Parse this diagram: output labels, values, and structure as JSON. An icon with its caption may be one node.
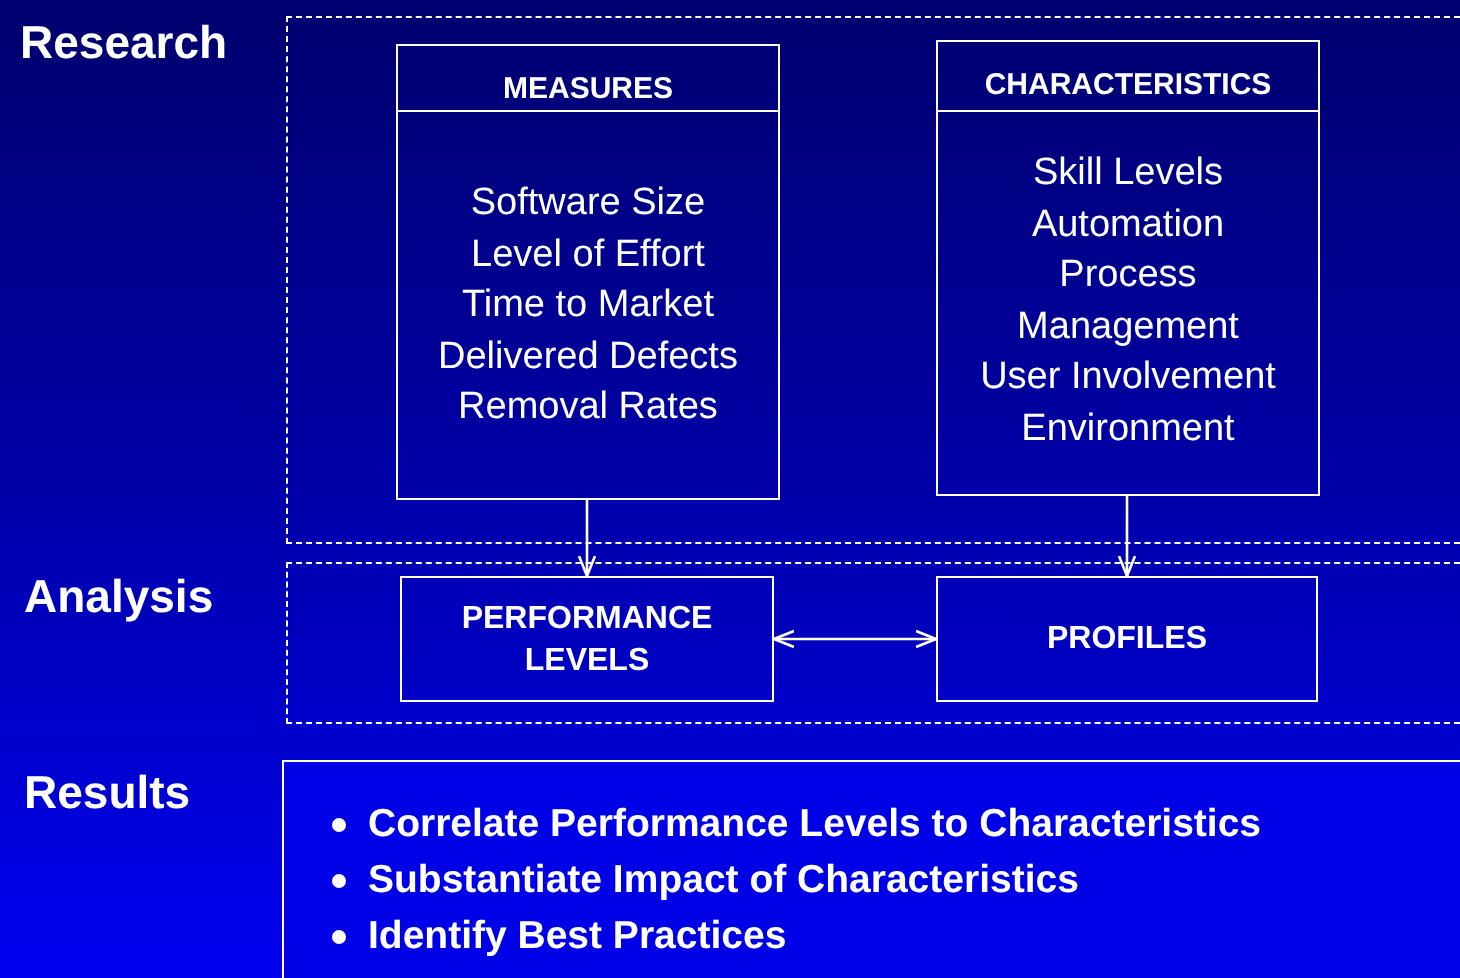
{
  "diagram": {
    "nodes": [
      {
        "text": [
          "Research"
        ]
      },
      {
        "text": [
          "MEASURES",
          "Software Size",
          "Level of Effort",
          "Time to Market",
          "Delivered Defects",
          "Removal Rates"
        ],
        "in": 0
      },
      {
        "text": [
          "CHARACTERISTICS",
          "Skill Levels",
          "Automation",
          "Process",
          "Management",
          "User Involvement",
          "Environment"
        ],
        "in": 0
      },
      {
        "text": [
          "Analysis"
        ]
      },
      {
        "text": [
          "PERFORMANCE LEVELS"
        ],
        "in": 3
      },
      {
        "text": [
          "PROFILES"
        ],
        "in": 3
      },
      {
        "text": [
          "Results",
          "Correlate Performance Levels to Characteristics",
          "Substantiate Impact of Characteristics",
          "Identify Best Practices"
        ]
      }
    ],
    "edges": [
      {
        "from": 1,
        "to": 4,
        "arrow": "to"
      },
      {
        "from": 2,
        "to": 5,
        "arrow": "to"
      },
      {
        "from": 4,
        "to": 5,
        "arrow": "both"
      }
    ]
  }
}
